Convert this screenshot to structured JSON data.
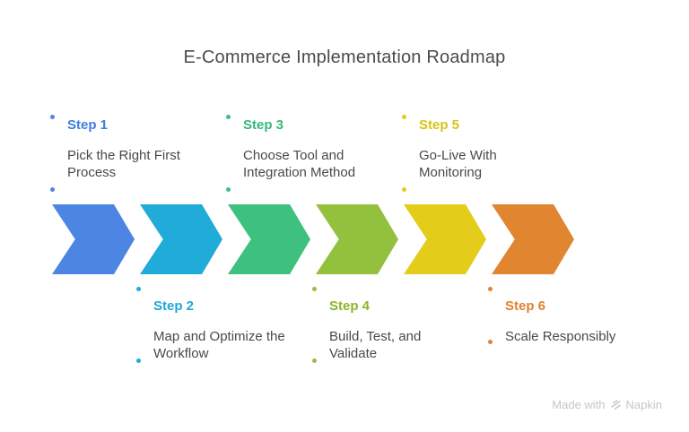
{
  "title": "E-Commerce Implementation Roadmap",
  "steps": [
    {
      "label": "Step 1",
      "description": "Pick the Right First Process",
      "label_color": "#3e7ee0",
      "chevron_color": "#4d86e2",
      "position": "top"
    },
    {
      "label": "Step 2",
      "description": "Map and Optimize the Workflow",
      "label_color": "#1ca8d6",
      "chevron_color": "#21abd8",
      "position": "bottom"
    },
    {
      "label": "Step 3",
      "description": "Choose Tool and Integration Method",
      "label_color": "#35b977",
      "chevron_color": "#3ec07e",
      "position": "top"
    },
    {
      "label": "Step 4",
      "description": "Build, Test, and Validate",
      "label_color": "#8ab42c",
      "chevron_color": "#94c13d",
      "position": "bottom"
    },
    {
      "label": "Step 5",
      "description": "Go-Live With Monitoring",
      "label_color": "#d9c414",
      "chevron_color": "#e3cd1a",
      "position": "top"
    },
    {
      "label": "Step 6",
      "description": "Scale Responsibly",
      "label_color": "#dd8330",
      "chevron_color": "#e08530",
      "position": "bottom"
    }
  ],
  "watermark": {
    "prefix": "Made with",
    "brand": "Napkin",
    "logo": "napkin-logo"
  },
  "colors": {
    "background": "#ffffff",
    "title_text": "#4b4b4b",
    "body_text": "#4a4a4a",
    "watermark_text": "#c6c6c6"
  }
}
